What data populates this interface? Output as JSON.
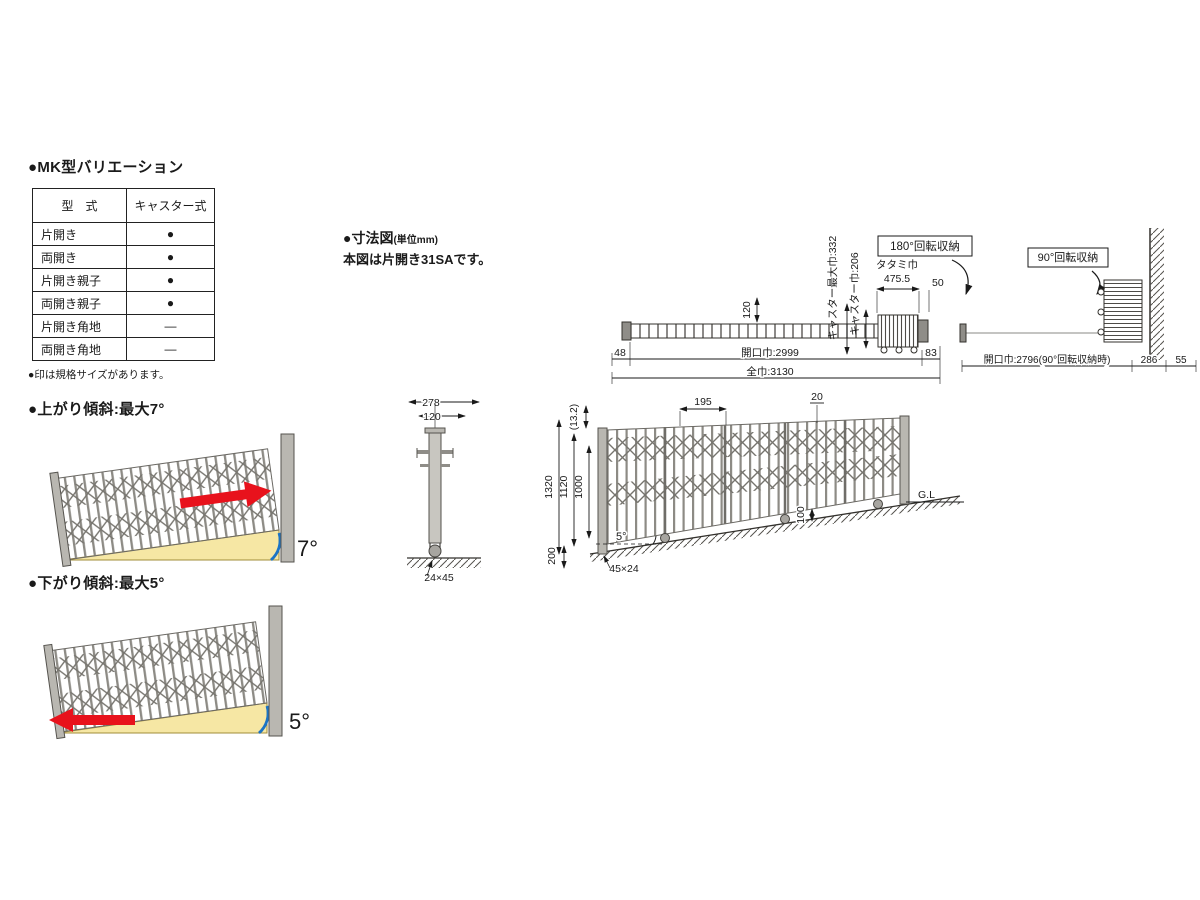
{
  "colors": {
    "slope_fill": "#f6e7a4",
    "arrow_red": "#e8121c",
    "angle_blue": "#1b74c5",
    "gate_gray": "#b9b7b1",
    "line_dark": "#1a1a1a"
  },
  "variations": {
    "title": "●MK型バリエーション",
    "headers": [
      "型　式",
      "キャスター式"
    ],
    "rows": [
      {
        "model": "片開き",
        "caster": "●"
      },
      {
        "model": "両開き",
        "caster": "●"
      },
      {
        "model": "片開き親子",
        "caster": "●"
      },
      {
        "model": "両開き親子",
        "caster": "●"
      },
      {
        "model": "片開き角地",
        "caster": "―"
      },
      {
        "model": "両開き角地",
        "caster": "―"
      }
    ],
    "note": "●印は規格サイズがあります。"
  },
  "slope_up": {
    "title": "●上がり傾斜:最大7°",
    "angle": "7°"
  },
  "slope_down": {
    "title": "●下がり傾斜:最大5°",
    "angle": "5°"
  },
  "dimensions": {
    "title": "●寸法図",
    "unit": "(単位mm)",
    "subtitle": "本図は片開き31SAです。",
    "plan": {
      "d48": "48",
      "opening": "開口巾:2999",
      "d83": "83",
      "total": "全巾:3130",
      "d120": "120",
      "caster_max_width": "キャスター最大巾:332",
      "caster_width": "キャスター巾:206",
      "tatami_label": "タタミ巾",
      "tatami_value": "475.5",
      "d50": "50",
      "rotate180": "180°回転収納",
      "rotate90": "90°回転収納",
      "opening90": "開口巾:2796(90°回転収納時)",
      "d286": "286",
      "d55": "55"
    },
    "post": {
      "d278": "278",
      "d120": "120",
      "d24x45": "24×45"
    },
    "elevation": {
      "d13_2": "(13.2)",
      "d195": "195",
      "d20": "20",
      "d1320": "1320",
      "d1120": "1120",
      "d1000": "1000",
      "d100": "100",
      "d200": "200",
      "d45x24": "45×24",
      "d5deg": "5°",
      "gl": "G.L"
    }
  }
}
